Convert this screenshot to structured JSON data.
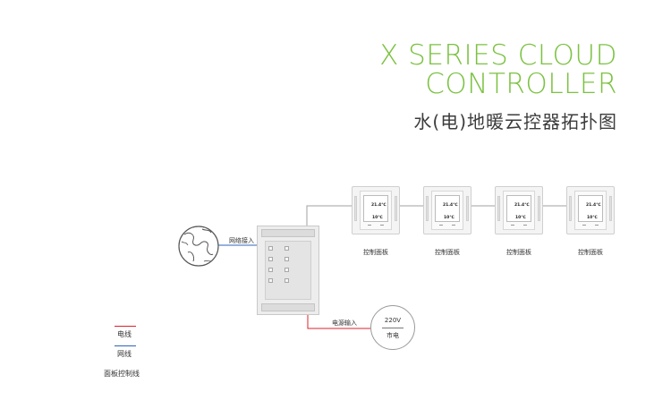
{
  "title": {
    "en_line1": "X SERIES CLOUD",
    "en_line2": "CONTROLLER",
    "cn": "水(电)地暖云控器拓扑图"
  },
  "labels": {
    "network_input": "网络接入",
    "power_input": "电源输入",
    "panel": "控制面板"
  },
  "power_source": {
    "voltage": "220V",
    "name": "市电"
  },
  "panels": [
    {
      "temp_top": "21.4℃",
      "temp_bottom": "10℃",
      "label": "控制面板"
    },
    {
      "temp_top": "21.4℃",
      "temp_bottom": "10℃",
      "label": "控制面板"
    },
    {
      "temp_top": "21.4℃",
      "temp_bottom": "10℃",
      "label": "控制面板"
    },
    {
      "temp_top": "21.4℃",
      "temp_bottom": "10℃",
      "label": "控制面板"
    }
  ],
  "legend": [
    {
      "label": "电线",
      "color": "#d9232b"
    },
    {
      "label": "网线",
      "color": "#2f63b8"
    },
    {
      "label": "面板控制线",
      "color": "#999999"
    }
  ],
  "colors": {
    "accent": "#7cc242",
    "power_wire": "#d9232b",
    "network_wire": "#2f63b8",
    "panel_wire": "#999999"
  }
}
